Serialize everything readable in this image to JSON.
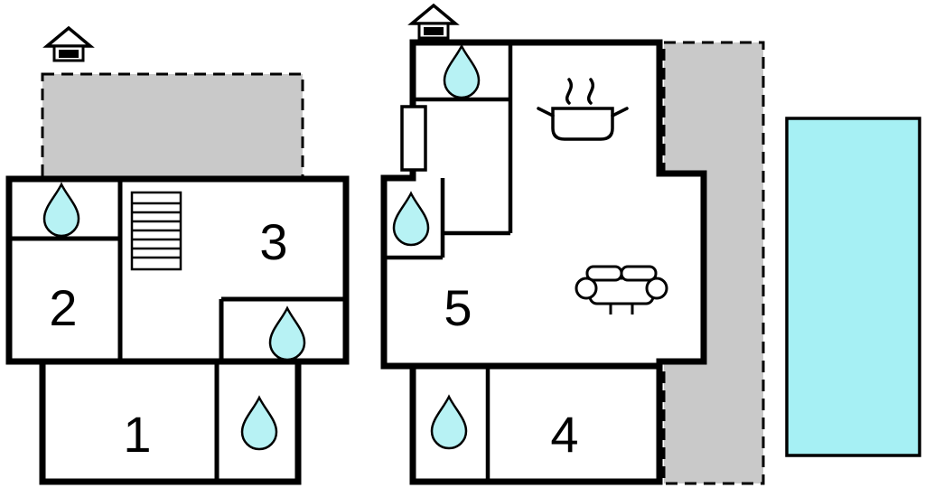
{
  "page": {
    "background": "#ffffff"
  },
  "colors": {
    "wall": "#000000",
    "water_drop": "#b7f2f4",
    "terrace": "#c9c9c9",
    "pool": "#a6f0f4",
    "room_fill": "#ffffff"
  },
  "floorplan": {
    "rooms": [
      {
        "label": "1"
      },
      {
        "label": "2"
      },
      {
        "label": "3"
      },
      {
        "label": "4"
      },
      {
        "label": "5"
      }
    ],
    "icons": {
      "chimneys": 2,
      "water_drops": 6,
      "stairs": 1,
      "cooking_pot": 1,
      "sofa": 1,
      "door": 1
    },
    "features": {
      "terraces": 2,
      "pool": 1
    }
  }
}
